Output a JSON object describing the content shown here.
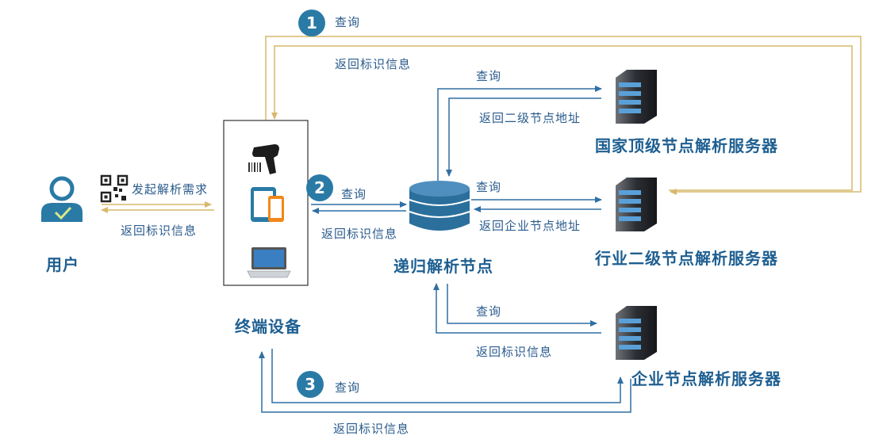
{
  "steps": {
    "step1": {
      "number": "1",
      "query": "查询",
      "return": "返回标识信息"
    },
    "step2": {
      "number": "2",
      "query": "查询",
      "return": "返回标识信息"
    },
    "step3": {
      "number": "3",
      "query": "查询",
      "return": "返回标识信息"
    }
  },
  "user": {
    "label": "用户",
    "request": "发起解析需求",
    "return": "返回标识信息"
  },
  "terminal": {
    "label": "终端设备"
  },
  "recursive": {
    "label": "递归解析节点"
  },
  "top_server": {
    "label": "国家顶级节点解析服务器",
    "query": "查询",
    "return": "返回二级节点地址"
  },
  "industry_server": {
    "label": "行业二级节点解析服务器",
    "query": "查询",
    "return": "返回企业节点地址"
  },
  "enterprise_server": {
    "label": "企业节点解析服务器",
    "query": "查询",
    "return": "返回标识信息"
  },
  "colors": {
    "arrow_blue": "#2f6fa3",
    "arrow_gold": "#d7b86c",
    "badge": "#2a7aa6",
    "text_blue": "#1e5f91",
    "db_blue": "#2b6f9c"
  }
}
